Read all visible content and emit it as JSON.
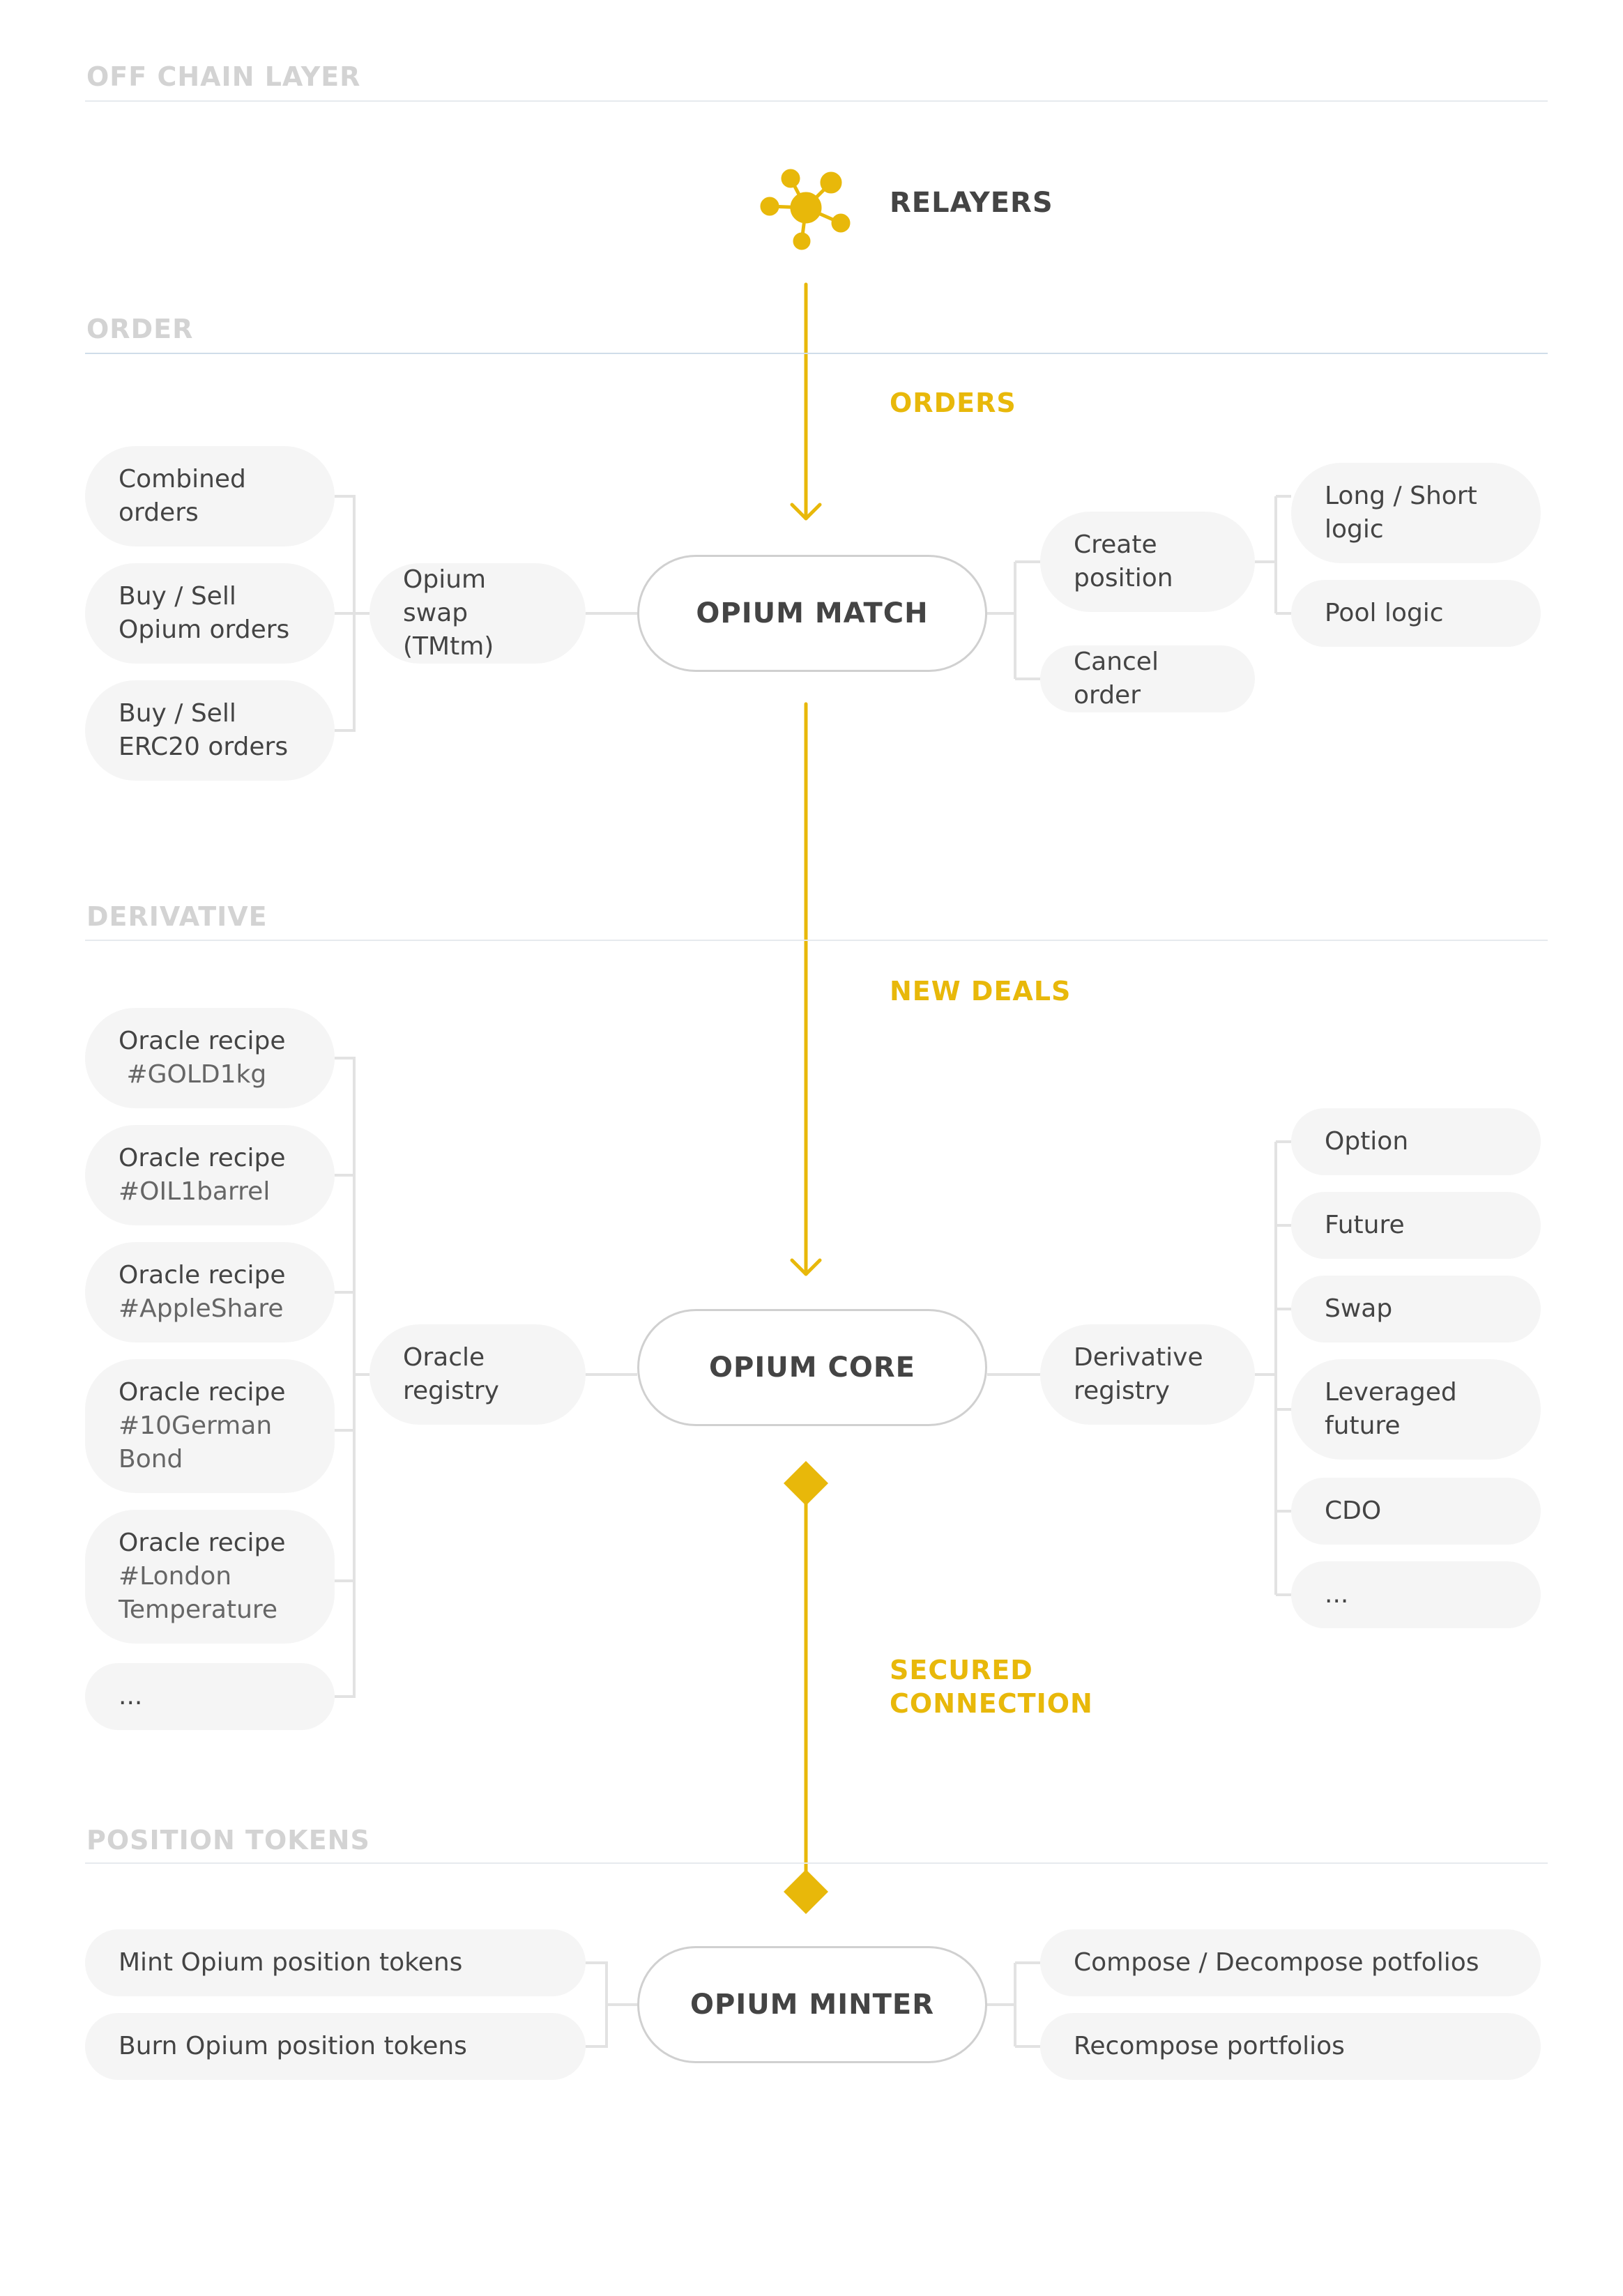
{
  "sections": {
    "off_chain": "OFF CHAIN LAYER",
    "order": "ORDER",
    "derivative": "DERIVATIVE",
    "position_tokens": "POSITION TOKENS"
  },
  "relayers": {
    "label": "RELAYERS",
    "icon": "network-hub-icon"
  },
  "flows": {
    "orders": "ORDERS",
    "new_deals": "NEW DEALS",
    "secured": "SECURED\nCONNECTION"
  },
  "cores": {
    "match": "OPIUM MATCH",
    "core": "OPIUM CORE",
    "minter": "OPIUM MINTER"
  },
  "order_left": [
    "Combined\norders",
    "Buy / Sell\nOpium orders",
    "Buy / Sell\nERC20 orders"
  ],
  "opium_swap": "Opium swap\n(TMtm)",
  "create_position": "Create\nposition",
  "cancel_order": "Cancel order",
  "position_logic": [
    "Long / Short\nlogic",
    "Pool logic"
  ],
  "oracle_recipes": [
    {
      "title": "Oracle recipe",
      "sub": " #GOLD1kg"
    },
    {
      "title": "Oracle recipe",
      "sub": "#OIL1barrel"
    },
    {
      "title": "Oracle recipe",
      "sub": "#AppleShare"
    },
    {
      "title": "Oracle recipe",
      "sub": "#10German\nBond"
    },
    {
      "title": "Oracle recipe",
      "sub": "#London\nTemperature"
    },
    {
      "title": "...",
      "sub": ""
    }
  ],
  "oracle_registry": "Oracle\nregistry",
  "derivative_registry": "Derivative\nregistry",
  "derivatives": [
    "Option",
    "Future",
    "Swap",
    "Leveraged\nfuture",
    "CDO",
    "..."
  ],
  "minter_left": [
    "Mint Opium position tokens",
    "Burn Opium position tokens"
  ],
  "minter_right": [
    "Compose / Decompose potfolios",
    "Recompose portfolios"
  ],
  "colors": {
    "accent": "#e8b80a",
    "text": "#444444",
    "muted": "#d3d3d3",
    "pill": "#f5f5f5"
  }
}
